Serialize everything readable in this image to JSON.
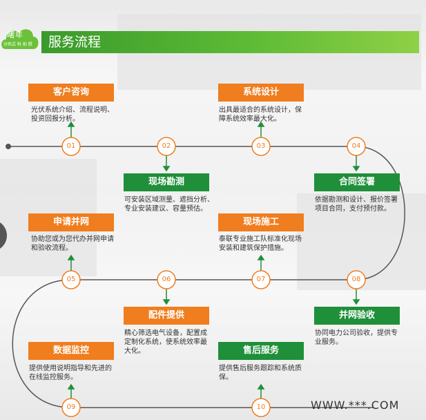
{
  "logo": {
    "line1": "曙年",
    "line2": "分布式 科 拍 照"
  },
  "header": {
    "title": "服务流程"
  },
  "steps": [
    {
      "num": "01",
      "title": "客户咨询",
      "desc": [
        "光伏系统介绍、流程说明、",
        "投资回报分析。"
      ]
    },
    {
      "num": "02",
      "title": "现场勘测",
      "desc": [
        "可安装区域测量、遮挡分析、",
        "专业安装建议、容量预估。"
      ]
    },
    {
      "num": "03",
      "title": "系统设计",
      "desc": [
        "出具最适合的系统设计，保",
        "障系统效率最大化。"
      ]
    },
    {
      "num": "04",
      "title": "合同签署",
      "desc": [
        "依据勘测和设计、报价签署",
        "项目合同，支付预付款。"
      ]
    },
    {
      "num": "05",
      "title": "申请并网",
      "desc": [
        "协助您或为您代办并网申请",
        "和验收流程。"
      ]
    },
    {
      "num": "06",
      "title": "配件提供",
      "desc": [
        "精心筛选电气设备，配置成",
        "定制化系统，使系统效率最",
        "大化。"
      ]
    },
    {
      "num": "07",
      "title": "现场施工",
      "desc": [
        "泰联专业施工队标准化现场",
        "安装和建筑保护措施。"
      ]
    },
    {
      "num": "08",
      "title": "并网验收",
      "desc": [
        "协同电力公司验收，提供专",
        "业服务。"
      ]
    },
    {
      "num": "09",
      "title": "数据监控",
      "desc": [
        "提供使用说明指导和先进的",
        "在线监控服务。"
      ]
    },
    {
      "num": "10",
      "title": "售后服务",
      "desc": [
        "提供售后服务跟踪和系统质",
        "保。"
      ]
    }
  ],
  "footer": {
    "text": "WWW.***.COM"
  },
  "colors": {
    "orange": "#f07d1e",
    "green": "#1f8f3a",
    "header": "#5dbb35",
    "line": "#555555"
  }
}
